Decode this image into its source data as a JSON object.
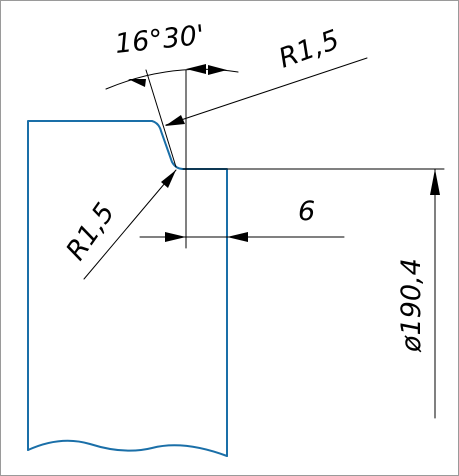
{
  "colors": {
    "part_outline": "#1a6fa8",
    "dimension_lines": "#000000",
    "frame": "#9a9a9a",
    "background": "#ffffff"
  },
  "dimensions": {
    "angle": "16°30'",
    "radius_top": "R1,5",
    "radius_bottom": "R1,5",
    "length": "6",
    "diameter": "ø190,4"
  }
}
